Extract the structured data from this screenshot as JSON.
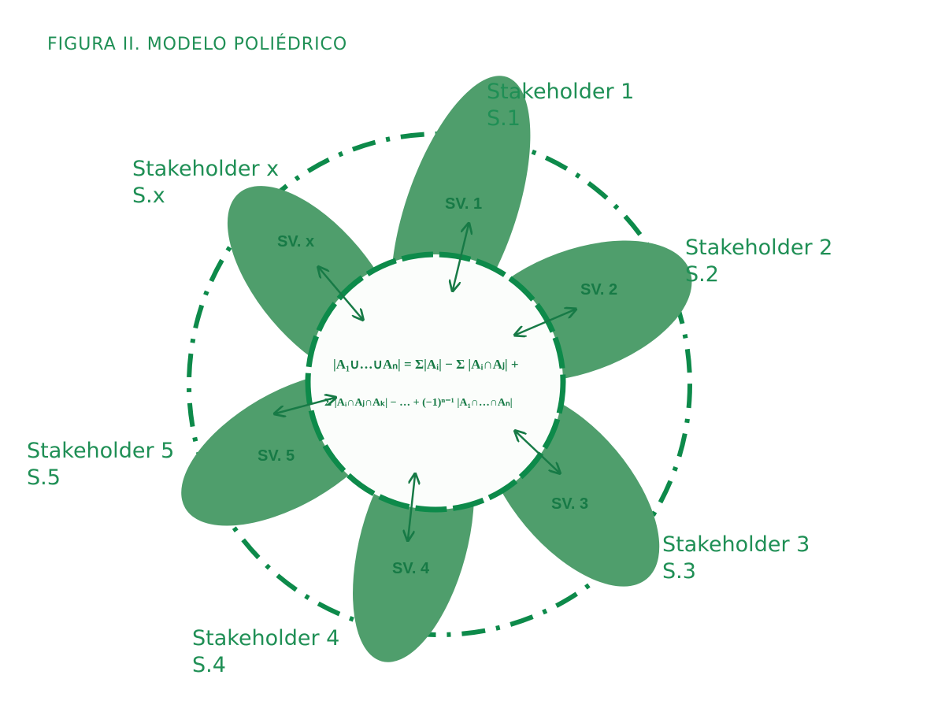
{
  "title": "FIGURA II. MODELO POLIÉDRICO",
  "colors": {
    "accent": "#1f8f55",
    "petal": "#4f9e6c",
    "dark_green": "#0d8a4a"
  },
  "stakeholders": [
    {
      "name": "Stakeholder 1",
      "code": "S.1",
      "sv": "SV. 1"
    },
    {
      "name": "Stakeholder 2",
      "code": "S.2",
      "sv": "SV. 2"
    },
    {
      "name": "Stakeholder 3",
      "code": "S.3",
      "sv": "SV. 3"
    },
    {
      "name": "Stakeholder 4",
      "code": "S.4",
      "sv": "SV. 4"
    },
    {
      "name": "Stakeholder 5",
      "code": "S.5",
      "sv": "SV. 5"
    },
    {
      "name": "Stakeholder x",
      "code": "S.x",
      "sv": "SV. x"
    }
  ],
  "formula": {
    "line1": "|A₁∪…∪Aₙ| = Σ|Aᵢ| − Σ |Aᵢ∩Aⱼ| +",
    "line2": "Σ |Aᵢ∩Aⱼ∩Aₖ| − … + (−1)ⁿ⁻¹ |A₁∩…∩Aₙ|"
  }
}
